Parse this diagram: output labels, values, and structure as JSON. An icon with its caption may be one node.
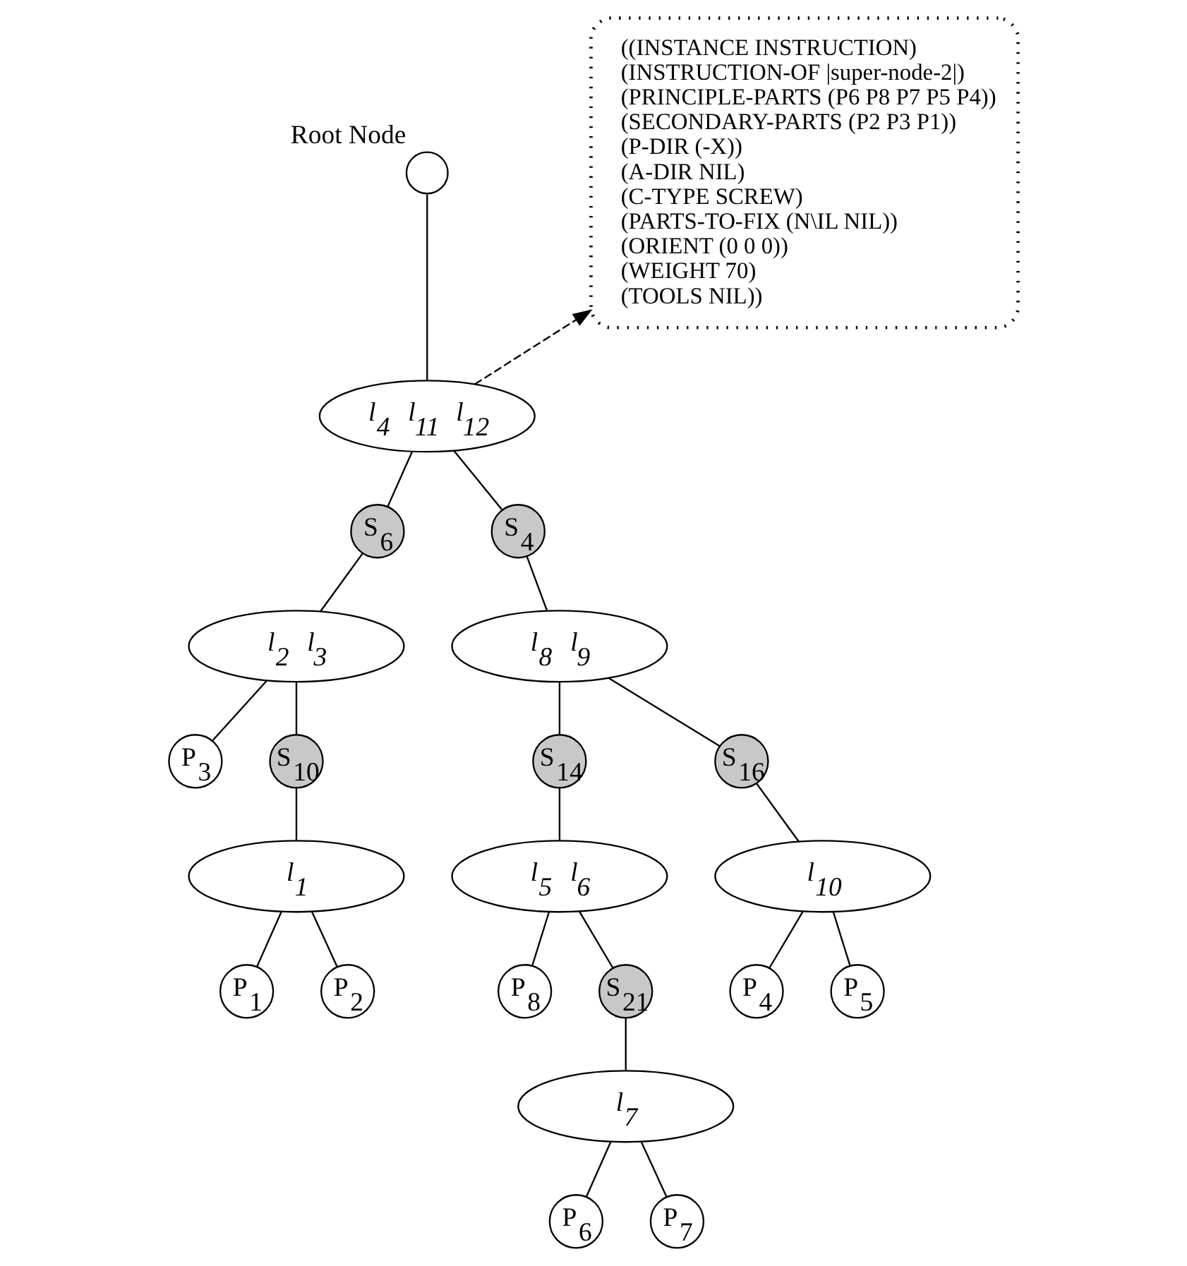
{
  "diagram": {
    "nodes": [
      {
        "text": [
          "((INSTANCE INSTRUCTION)",
          "(INSTRUCTION-OF |super-node-2|)",
          "(PRINCIPLE-PARTS (P6 P8 P7 P5 P4))",
          "(SECONDARY-PARTS (P2 P3 P1))",
          "(P-DIR (-X))",
          "(A-DIR NIL)",
          "(C-TYPE SCREW)",
          "(PARTS-TO-FIX (N\\IL NIL))",
          "(ORIENT (0 0 0))",
          "(WEIGHT 70)",
          "(TOOLS NIL))"
        ]
      },
      {
        "text": [],
        "shape": "circle",
        "beside": [
          "Root Node"
        ]
      },
      {
        "text": [
          "l$_{4}$ l$_{11}$ l$_{12}$"
        ]
      },
      {
        "text": [
          "S$_{6}$"
        ]
      },
      {
        "text": [
          "S$_{4}$"
        ]
      },
      {
        "text": [
          "l$_{2}$ l$_{3}$"
        ]
      },
      {
        "text": [
          "l$_{8}$ l$_{9}$"
        ]
      },
      {
        "text": [
          "P$_{3}$"
        ]
      },
      {
        "text": [
          "S$_{10}$"
        ]
      },
      {
        "text": [
          "S$_{14}$"
        ]
      },
      {
        "text": [
          "S$_{16}$"
        ]
      },
      {
        "text": [
          "l$_{1}$"
        ]
      },
      {
        "text": [
          "l$_{5}$ l$_{6}$"
        ]
      },
      {
        "text": [
          "l$_{10}$"
        ]
      },
      {
        "text": [
          "P$_{1}$"
        ]
      },
      {
        "text": [
          "P$_{2}$"
        ]
      },
      {
        "text": [
          "P$_{8}$"
        ]
      },
      {
        "text": [
          "S$_{21}$"
        ]
      },
      {
        "text": [
          "P$_{4}$"
        ]
      },
      {
        "text": [
          "P$_{5}$"
        ]
      },
      {
        "text": [
          "l$_{7}$"
        ]
      },
      {
        "text": [
          "P$_{6}$"
        ]
      },
      {
        "text": [
          "P$_{7}$"
        ]
      }
    ],
    "edges": [
      {
        "from": 2,
        "to": 0,
        "arrow": "to",
        "style": "dashed"
      },
      {
        "from": 1,
        "to": 2,
        "arrow": "none"
      },
      {
        "from": 2,
        "to": 3,
        "arrow": "none"
      },
      {
        "from": 2,
        "to": 4,
        "arrow": "none"
      },
      {
        "from": 3,
        "to": 5,
        "arrow": "none"
      },
      {
        "from": 4,
        "to": 6,
        "arrow": "none"
      },
      {
        "from": 5,
        "to": 7,
        "arrow": "none"
      },
      {
        "from": 5,
        "to": 8,
        "arrow": "none"
      },
      {
        "from": 6,
        "to": 9,
        "arrow": "none"
      },
      {
        "from": 6,
        "to": 10,
        "arrow": "none"
      },
      {
        "from": 8,
        "to": 11,
        "arrow": "none"
      },
      {
        "from": 9,
        "to": 12,
        "arrow": "none"
      },
      {
        "from": 10,
        "to": 13,
        "arrow": "none"
      },
      {
        "from": 11,
        "to": 14,
        "arrow": "none"
      },
      {
        "from": 11,
        "to": 15,
        "arrow": "none"
      },
      {
        "from": 12,
        "to": 16,
        "arrow": "none"
      },
      {
        "from": 12,
        "to": 17,
        "arrow": "none"
      },
      {
        "from": 13,
        "to": 18,
        "arrow": "none"
      },
      {
        "from": 13,
        "to": 19,
        "arrow": "none"
      },
      {
        "from": 17,
        "to": 20,
        "arrow": "none"
      },
      {
        "from": 20,
        "to": 21,
        "arrow": "none"
      },
      {
        "from": 20,
        "to": 22,
        "arrow": "none"
      }
    ]
  }
}
